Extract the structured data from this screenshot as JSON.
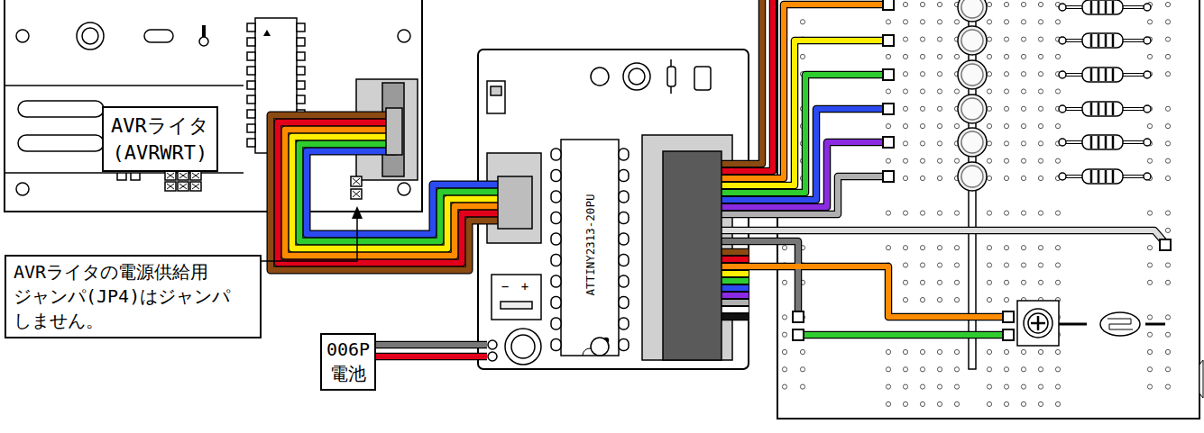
{
  "diagram": {
    "nodes": [
      {
        "text": [
          "AVRライタ (AVRWRT)"
        ]
      },
      {
        "text": [
          "AVRライタの電源供給用 ジャンパ(JP4)はジャンパ しません。"
        ]
      },
      {
        "text": [
          "006P 電池"
        ]
      }
    ],
    "labels": [
      "ATTINY2313-20PU",
      "−",
      "+"
    ]
  }
}
